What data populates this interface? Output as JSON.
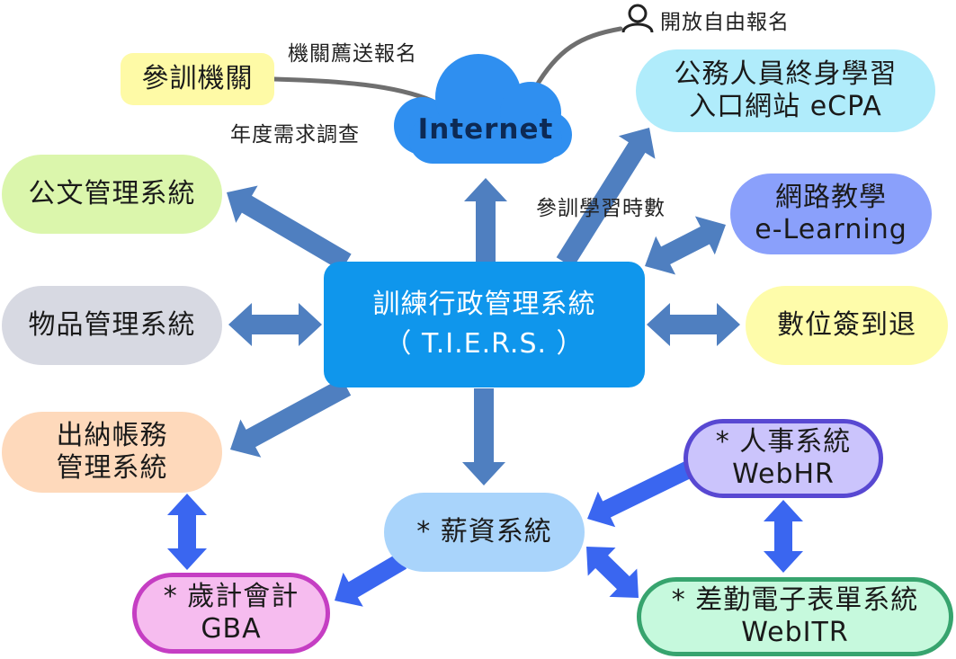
{
  "nodes": {
    "agency": {
      "label": "參訓機關"
    },
    "internet": {
      "label": "Internet"
    },
    "ecpa": {
      "line1": "公務人員終身學習",
      "line2": "入口網站 eCPA"
    },
    "doc": {
      "label": "公文管理系統"
    },
    "elearning": {
      "line1": "網路教學",
      "line2": "e-Learning"
    },
    "goods": {
      "label": "物品管理系統"
    },
    "tiers": {
      "line1": "訓練行政管理系統",
      "line2": "（ T.I.E.R.S. ）"
    },
    "checkin": {
      "label": "數位簽到退"
    },
    "cashier": {
      "line1": "出納帳務",
      "line2": "管理系統"
    },
    "webhr": {
      "line1": "* 人事系統",
      "line2": "WebHR"
    },
    "salary": {
      "label": "* 薪資系統"
    },
    "gba": {
      "line1": "* 歲計會計",
      "line2": "GBA"
    },
    "webitr": {
      "line1": "* 差勤電子表單系統",
      "line2": "WebITR"
    }
  },
  "edge_labels": {
    "recommend": "機關薦送報名",
    "survey": "年度需求調查",
    "open_signup": "開放自由報名",
    "hours": "參訓學習時數"
  },
  "colors": {
    "arrow_main": "#4f7fc0",
    "arrow_bright": "#3a66f0",
    "agency_fill": "#fefaa6",
    "ecpa_fill": "#b0ecfb",
    "doc_fill": "#dbf6ac",
    "elearning_fill": "#8aa0fb",
    "goods_fill": "#d7d9e2",
    "tiers_fill": "#0f96ec",
    "checkin_fill": "#fefcaa",
    "cashier_fill": "#fed9bb",
    "webhr_fill": "#cbc4fc",
    "webhr_border": "#5848d2",
    "salary_fill": "#a9d4fb",
    "gba_fill": "#f6bcef",
    "gba_border": "#c53ec3",
    "webitr_fill": "#c6f9dd",
    "webitr_border": "#37a46e",
    "cloud_fill": "#2f8ff0",
    "text_dark": "#1a1a1a",
    "text_white": "#ffffff"
  },
  "icons": {
    "person": "person-icon",
    "cloud": "cloud-icon"
  }
}
